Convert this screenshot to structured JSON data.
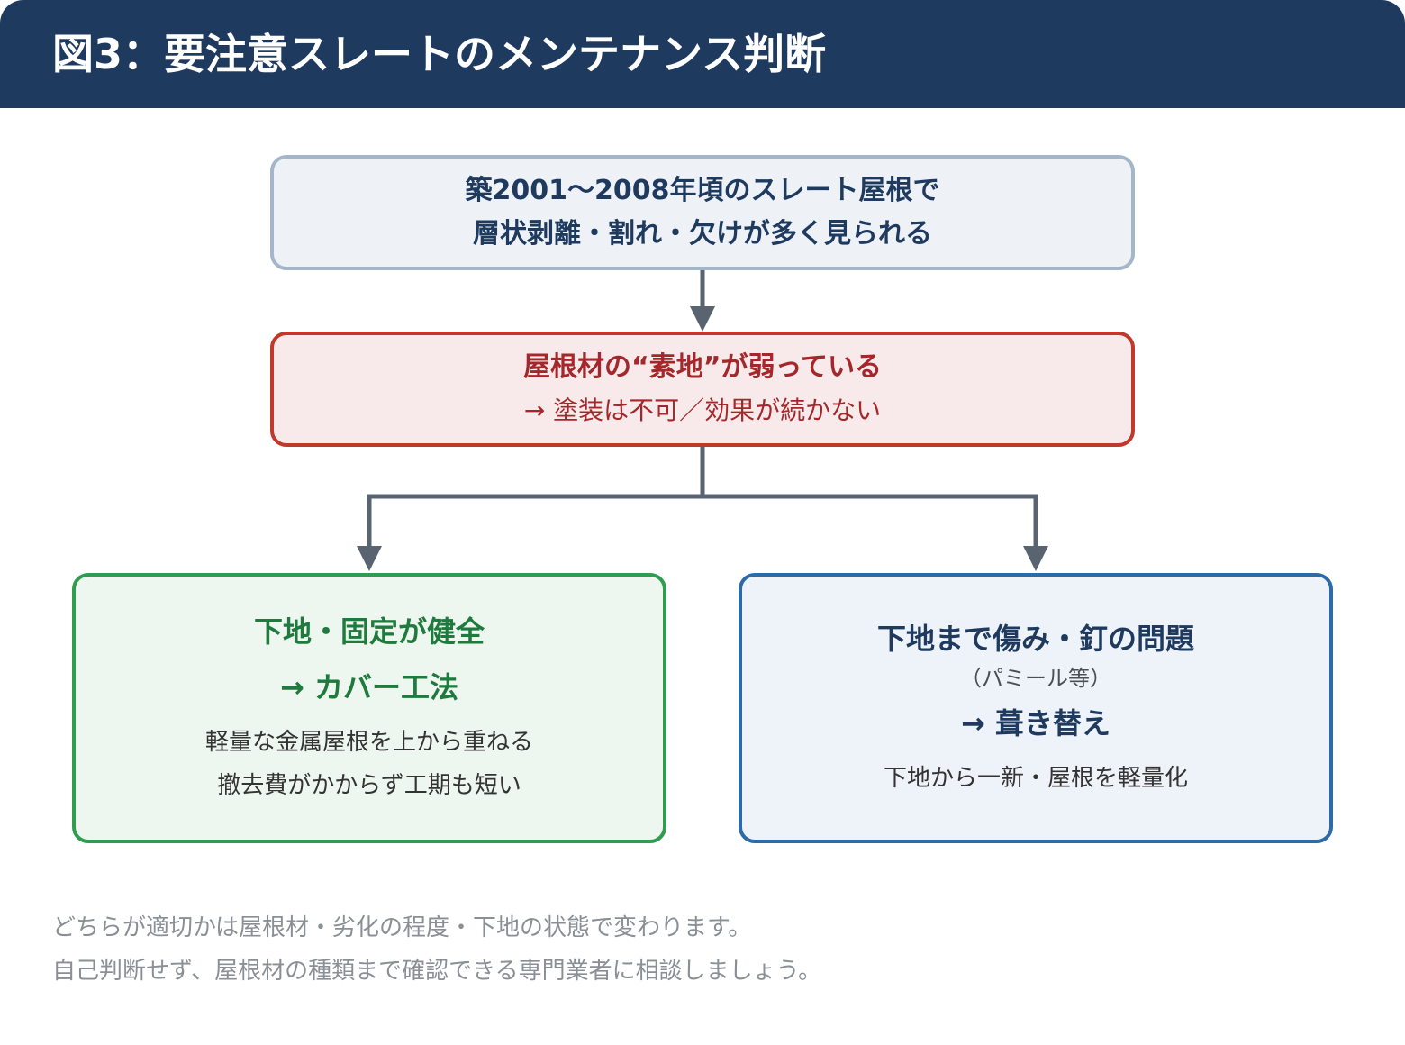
{
  "header": {
    "title": "図3：要注意スレートのメンテナンス判断"
  },
  "diagram": {
    "top_box": {
      "line1": "築2001〜2008年頃のスレート屋根で",
      "line2": "層状剥離・割れ・欠けが多く見られる"
    },
    "middle_box": {
      "title": "屋根材の“素地”が弱っている",
      "note": "→ 塗装は不可／効果が続かない"
    },
    "left_box": {
      "condition": "下地・固定が健全",
      "action": "→ カバー工法",
      "desc1": "軽量な金属屋根を上から重ねる",
      "desc2": "撤去費がかからず工期も短い"
    },
    "right_box": {
      "condition": "下地まで傷み・釘の問題",
      "note": "（パミール等）",
      "action": "→ 葺き替え",
      "desc1": "下地から一新・屋根を軽量化"
    }
  },
  "colors": {
    "header_bg": "#1f3a5f",
    "connector": "#5a6470",
    "red_accent": "#c0392b",
    "green_accent": "#2e9d4f",
    "blue_accent": "#2c6aa8"
  },
  "footer": {
    "line1": "どちらが適切かは屋根材・劣化の程度・下地の状態で変わります。",
    "line2": "自己判断せず、屋根材の種類まで確認できる専門業者に相談しましょう。"
  }
}
